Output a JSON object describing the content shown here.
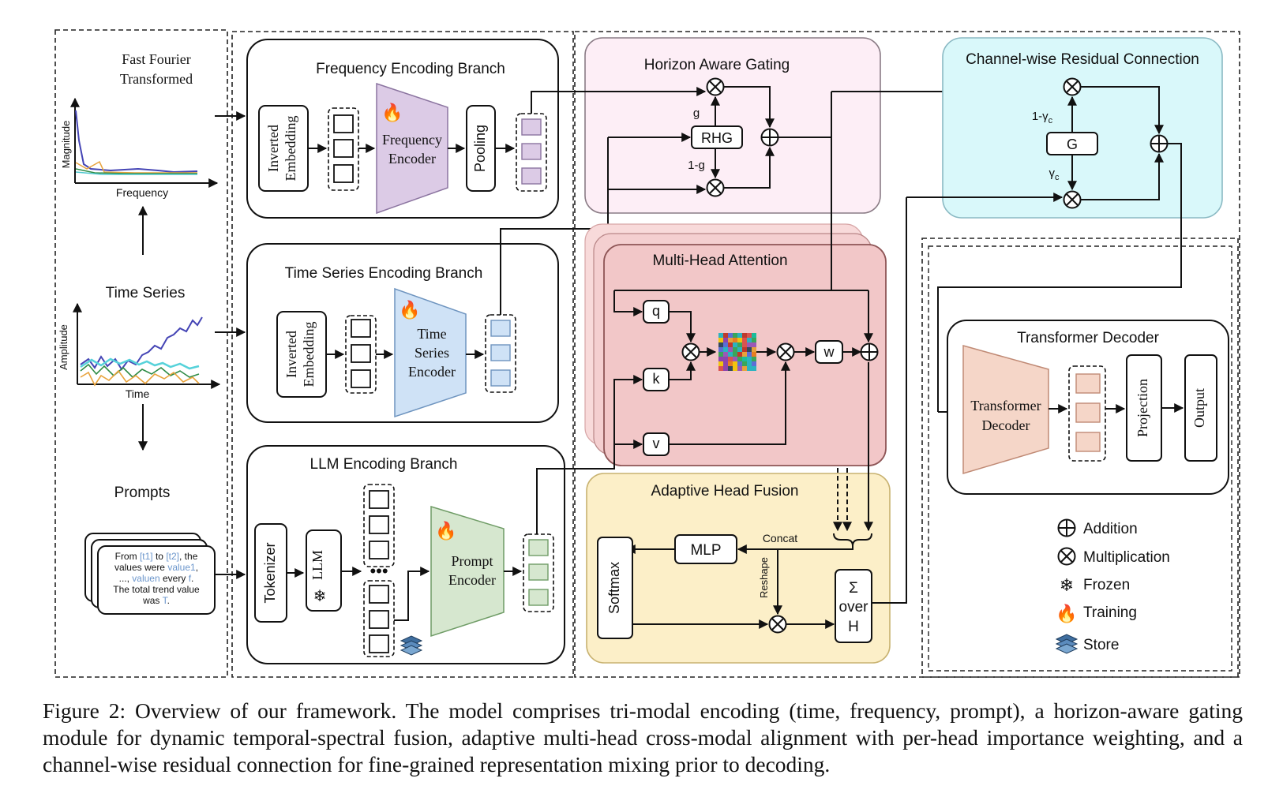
{
  "inputs": {
    "fft_title_line1": "Fast Fourier",
    "fft_title_line2": "Transformed",
    "fft_ylabel": "Magnitude",
    "fft_xlabel": "Frequency",
    "ts_title": "Time Series",
    "ts_ylabel": "Amplitude",
    "ts_xlabel": "Time",
    "prompts_title": "Prompts",
    "prompt_text": {
      "l1a": "From ",
      "l1b": "[t1]",
      "l1c": " to ",
      "l1d": "[t2]",
      "l1e": ", the",
      "l2a": "values were ",
      "l2b": "value1",
      "l2c": ",",
      "l3a": "..., ",
      "l3b": "valuen",
      "l3c": " every ",
      "l3d": "f",
      "l3e": ".",
      "l4": "The  total trend value",
      "l5a": "was ",
      "l5b": "T",
      "l5c": "."
    }
  },
  "branches": {
    "frequency": {
      "title": "Frequency Encoding Branch",
      "embedding_l1": "Inverted",
      "embedding_l2": "Embedding",
      "encoder_l1": "Frequency",
      "encoder_l2": "Encoder",
      "pooling": "Pooling"
    },
    "time_series": {
      "title": "Time Series Encoding Branch",
      "embedding_l1": "Inverted",
      "embedding_l2": "Embedding",
      "encoder_l1": "Time",
      "encoder_l2": "Series",
      "encoder_l3": "Encoder"
    },
    "llm": {
      "title": "LLM Encoding Branch",
      "tokenizer": "Tokenizer",
      "llm": "LLM",
      "encoder_l1": "Prompt",
      "encoder_l2": "Encoder"
    }
  },
  "gating": {
    "title": "Horizon Aware Gating",
    "rhg": "RHG",
    "g": "g",
    "one_minus_g": "1-g"
  },
  "mha": {
    "title": "Multi-Head Attention",
    "q": "q",
    "k": "k",
    "v": "v",
    "w": "w"
  },
  "fusion": {
    "title": "Adaptive Head Fusion",
    "mlp": "MLP",
    "softmax": "Softmax",
    "concat": "Concat",
    "reshape": "Reshape",
    "sum_l1": "Σ",
    "sum_l2": "over",
    "sum_l3": "H"
  },
  "residual": {
    "title": "Channel-wise Residual Connection",
    "g_box": "G",
    "one_minus_gamma": "1-γ",
    "gamma": "γ",
    "sub": "c"
  },
  "decoder": {
    "title": "Transformer Decoder",
    "decoder_l1": "Transformer",
    "decoder_l2": "Decoder",
    "projection": "Projection",
    "output": "Output"
  },
  "legend": {
    "addition": "Addition",
    "multiplication": "Multiplication",
    "frozen": "Frozen",
    "training": "Training",
    "store": "Store"
  },
  "caption": "Figure 2: Overview of our framework. The model comprises tri-modal encoding (time, frequency, prompt), a horizon-aware gating module for dynamic temporal-spectral fusion, adaptive multi-head cross-modal alignment with per-head importance weighting, and a channel-wise residual connection for fine-grained representation mixing prior to decoding.",
  "colors": {
    "frequency_encoder": "#dccbe6",
    "time_encoder": "#cfe2f6",
    "prompt_encoder": "#d6e7cf",
    "gating_bg": "#fdeef6",
    "residual_bg": "#d9f8fa",
    "mha_bg": "#f2c7c8",
    "fusion_bg": "#fcefc8",
    "decoder_fill": "#f5d6c8",
    "prompt_highlight": "#6b96cc"
  }
}
